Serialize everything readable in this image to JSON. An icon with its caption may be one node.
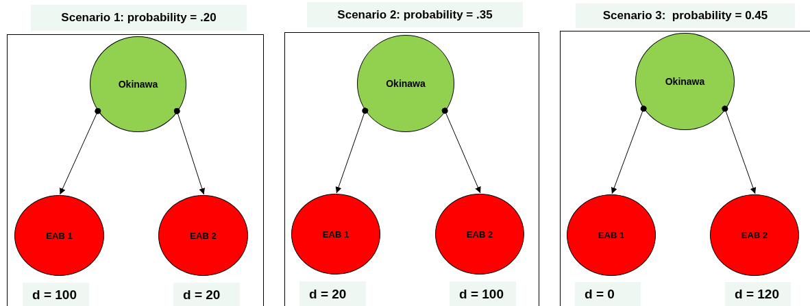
{
  "diagram": {
    "nodes": [
      {
        "text": [
          "Scenario 1: probability = .20"
        ]
      },
      {
        "text": [
          "Okinawa"
        ],
        "in": 0
      },
      {
        "text": [
          "EAB 1"
        ],
        "in": 0,
        "beside": [
          "d = 100"
        ]
      },
      {
        "text": [
          "EAB 2"
        ],
        "in": 0,
        "beside": [
          "d = 20"
        ]
      },
      {
        "text": [
          "Scenario 2: probability = .35"
        ]
      },
      {
        "text": [
          "Okinawa"
        ],
        "in": 4
      },
      {
        "text": [
          "EAB 1"
        ],
        "in": 4,
        "beside": [
          "d = 20"
        ]
      },
      {
        "text": [
          "EAB 2"
        ],
        "in": 4,
        "beside": [
          "d = 100"
        ]
      },
      {
        "text": [
          "Scenario 3:  probability = 0.45"
        ]
      },
      {
        "text": [
          "Okinawa"
        ],
        "in": 8
      },
      {
        "text": [
          "EAB 1"
        ],
        "in": 8,
        "beside": [
          "d = 0"
        ]
      },
      {
        "text": [
          "EAB 2"
        ],
        "in": 8,
        "beside": [
          "d = 120"
        ]
      }
    ],
    "edges": [
      {
        "from": 1,
        "to": 2,
        "arrow": "to"
      },
      {
        "from": 1,
        "to": 3,
        "arrow": "to"
      },
      {
        "from": 5,
        "to": 6,
        "arrow": "to"
      },
      {
        "from": 5,
        "to": 7,
        "arrow": "to"
      },
      {
        "from": 9,
        "to": 10,
        "arrow": "to"
      },
      {
        "from": 9,
        "to": 11,
        "arrow": "to"
      }
    ]
  }
}
